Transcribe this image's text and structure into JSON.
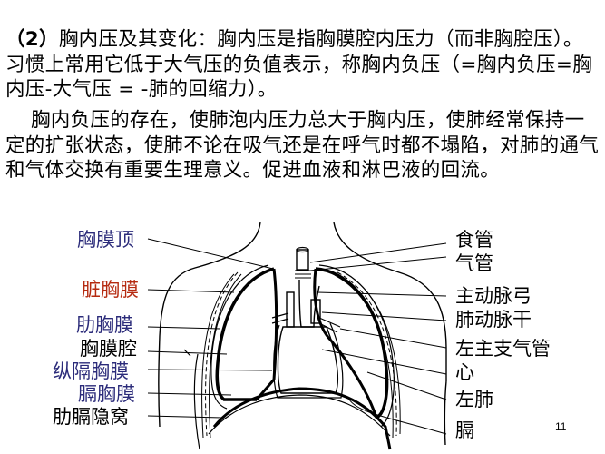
{
  "slide": {
    "paragraph1": {
      "number": "（2）",
      "text": "胸内压及其变化：胸内压是指胸膜腔内压力（而非胸腔压）。习惯上常用它低于大气压的负值表示，称胸内负压（=胸内负压=胸内压-大气压 = -肺的回缩力）。"
    },
    "paragraph2": {
      "text": "胸内负压的存在，使肺泡内压力总大于胸内压，使肺经常保持一定的扩张状态，使肺不论在吸气还是在呼气时都不塌陷，对肺的通气和气体交换有重要生理意义。促进血液和淋巴液的回流。"
    },
    "page_number": "11"
  },
  "diagram": {
    "left_labels": [
      {
        "text": "胸膜顶",
        "color": "#2b2b7a"
      },
      {
        "text": "脏胸膜",
        "color": "#b52a10"
      },
      {
        "text": "肋胸膜",
        "color": "#2b2b7a"
      },
      {
        "text": "胸膜腔",
        "color": "#000000"
      },
      {
        "text": "纵隔胸膜",
        "color": "#2b2b7a"
      },
      {
        "text": "膈胸膜",
        "color": "#2b2b7a"
      },
      {
        "text": "肋膈隐窝",
        "color": "#000000"
      }
    ],
    "right_labels": [
      {
        "text": "食管"
      },
      {
        "text": "气管"
      },
      {
        "text": "主动脉弓"
      },
      {
        "text": "肺动脉干"
      },
      {
        "text": "左主支气管"
      },
      {
        "text": "心"
      },
      {
        "text": "左肺"
      },
      {
        "text": "膈"
      }
    ]
  }
}
